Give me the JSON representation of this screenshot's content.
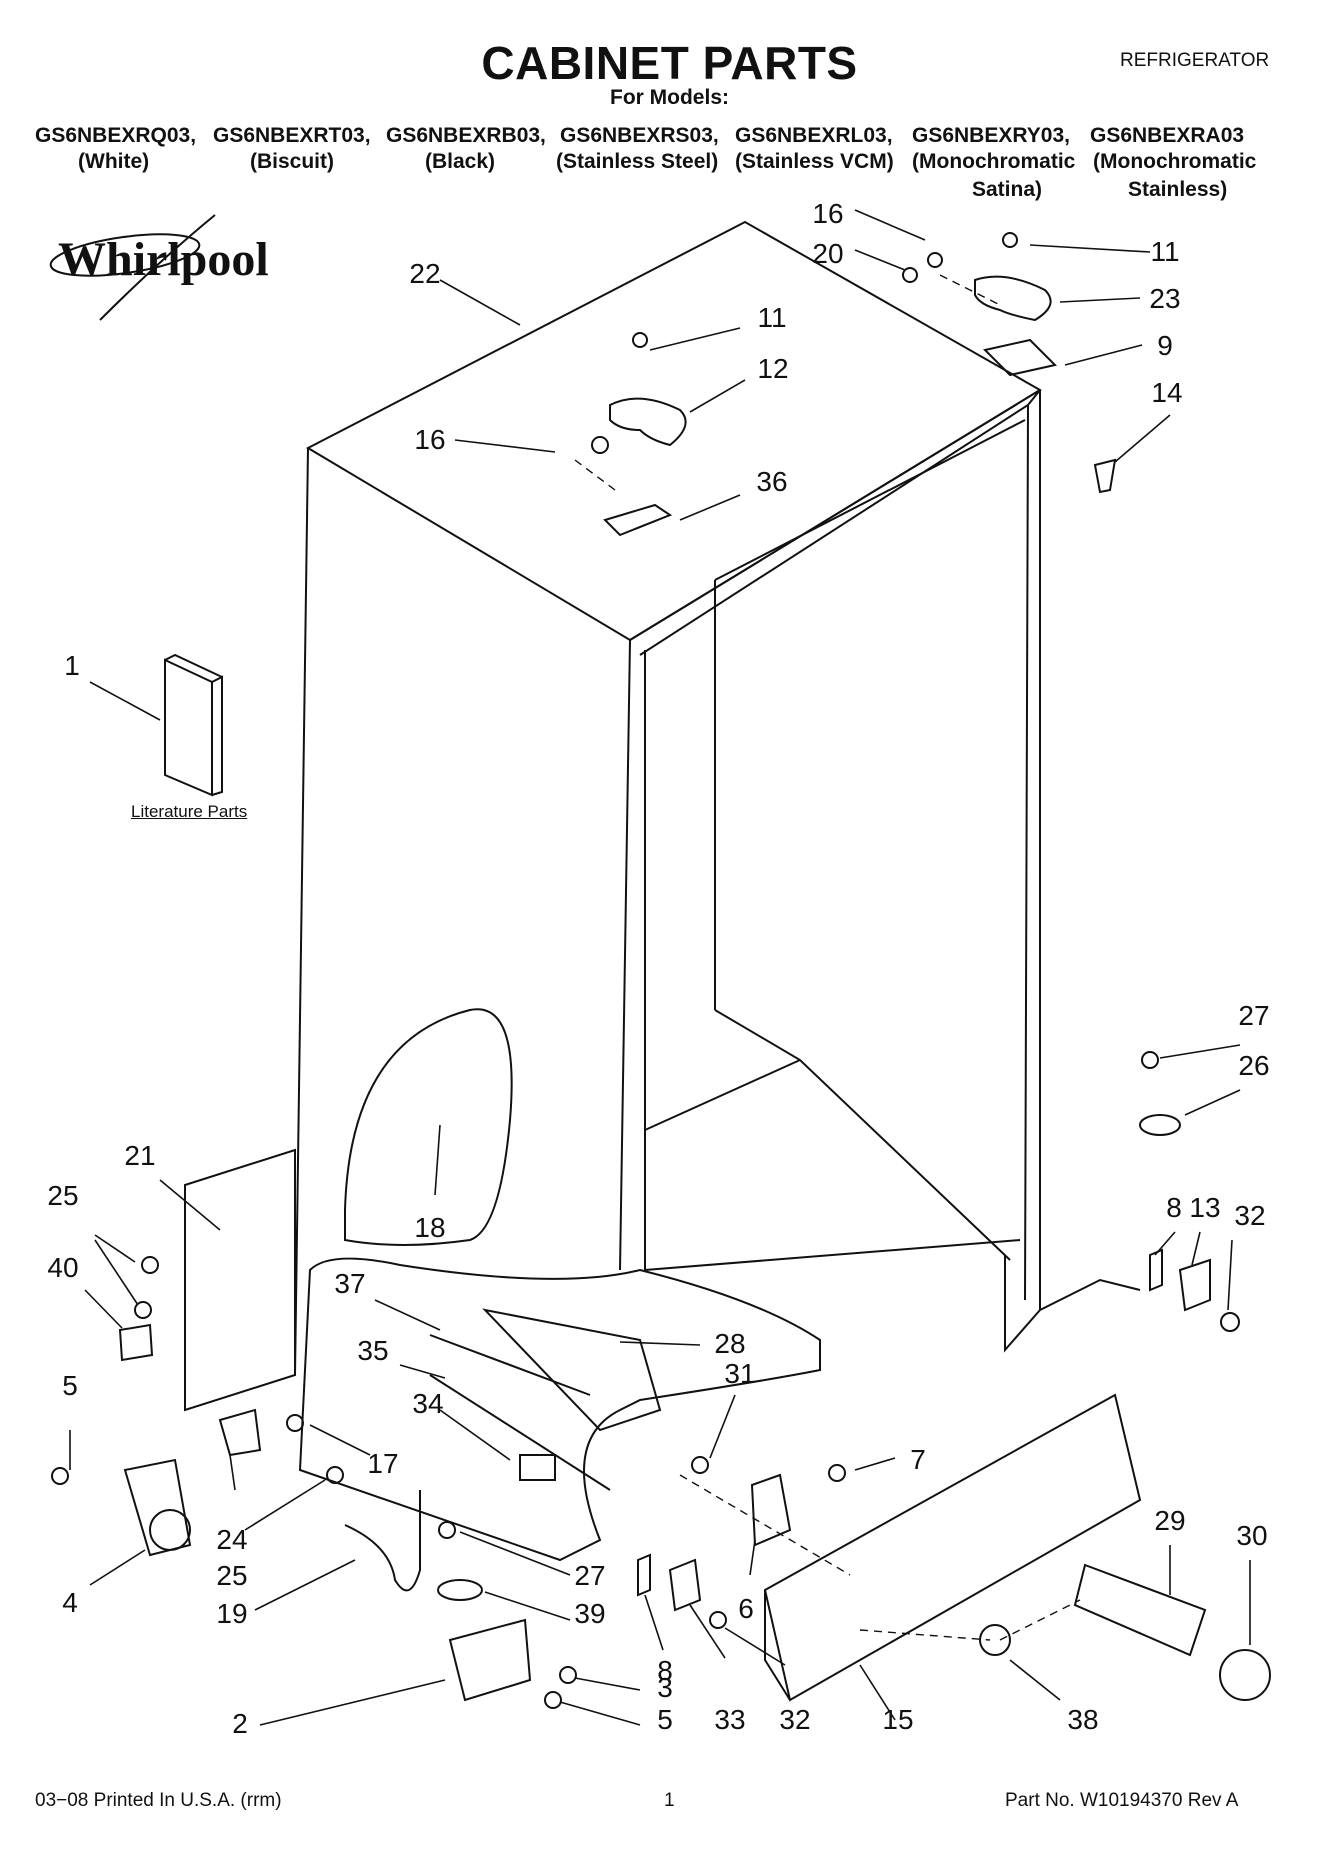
{
  "header": {
    "title": "CABINET PARTS",
    "category": "REFRIGERATOR",
    "for_models_label": "For Models:"
  },
  "models": [
    {
      "code": "GS6NBEXRQ03,",
      "color": "(White)"
    },
    {
      "code": "GS6NBEXRT03,",
      "color": "(Biscuit)"
    },
    {
      "code": "GS6NBEXRB03,",
      "color": "(Black)"
    },
    {
      "code": "GS6NBEXRS03,",
      "color": "(Stainless Steel)"
    },
    {
      "code": "GS6NBEXRL03,",
      "color": "(Stainless VCM)"
    },
    {
      "code": "GS6NBEXRY03,",
      "color": "(Monochromatic",
      "color_line2": "Satina)"
    },
    {
      "code": "GS6NBEXRA03",
      "color": "(Monochromatic",
      "color_line2": "Stainless)"
    }
  ],
  "brand": {
    "logo_text": "Whirlpool"
  },
  "literature_label": "Literature Parts",
  "callouts": [
    "16",
    "20",
    "11",
    "23",
    "9",
    "14",
    "22",
    "11",
    "12",
    "16",
    "36",
    "1",
    "27",
    "26",
    "8",
    "13",
    "32",
    "21",
    "25",
    "40",
    "18",
    "37",
    "28",
    "35",
    "31",
    "34",
    "5",
    "17",
    "7",
    "29",
    "30",
    "24",
    "25",
    "27",
    "6",
    "4",
    "19",
    "39",
    "8",
    "33",
    "32",
    "15",
    "38",
    "2",
    "3",
    "5"
  ],
  "footer": {
    "left": "03−08 Printed In U.S.A. (rrm)",
    "page": "1",
    "right": "Part No. W10194370 Rev A"
  }
}
